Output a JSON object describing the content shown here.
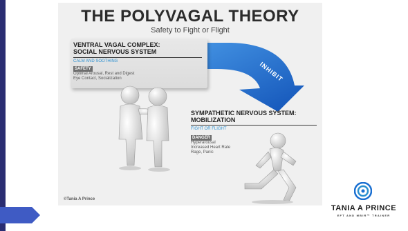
{
  "diagram": {
    "title": "THE POLYVAGAL THEORY",
    "subtitle": "Safety to Fight or Flight",
    "ventral": {
      "title_line1": "VENTRAL VAGAL COMPLEX:",
      "title_line2": "SOCIAL NERVOUS SYSTEM",
      "subtitle": "CALM AND SOOTHING",
      "badge": "SAFETY",
      "desc_line1": "Optimal Arousal, Rest and Digest",
      "desc_line2": "Eye Contact, Socialization"
    },
    "arrow_label": "INHIBIT",
    "sympathetic": {
      "title_line1": "SYMPATHETIC NERVOUS SYSTEM:",
      "title_line2": "MOBILIZATION",
      "subtitle": "FIGHT OR FLIGHT",
      "badge": "DANGER",
      "desc_line1": "Hyperarousal",
      "desc_line2": "Increased Heart Rate",
      "desc_line3": "Rage, Panic"
    },
    "copyright": "©Tania A Prince"
  },
  "logo": {
    "name": "TANIA A PRINCE",
    "tagline": "EFT AND MBIR™ TRAINER"
  },
  "colors": {
    "accent_navy": "#2a2d72",
    "arrow_blue": "#1e6fd9",
    "text_blue": "#2a8fd0",
    "nav_arrow": "#3f5bc4"
  }
}
